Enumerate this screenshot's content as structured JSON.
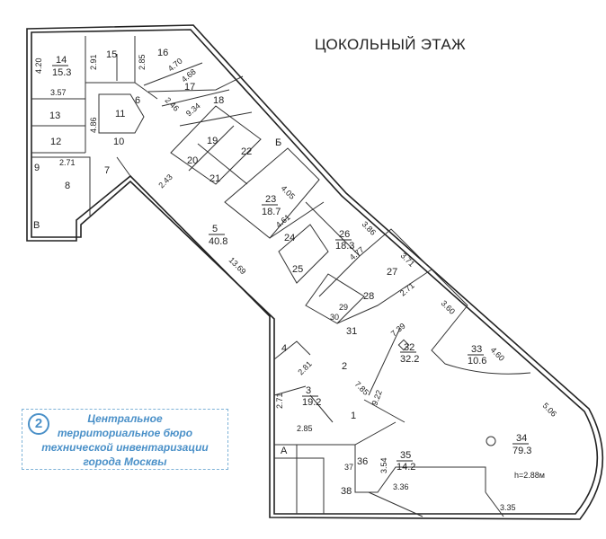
{
  "title": "ЦОКОЛЬНЫЙ ЭТАЖ",
  "height_note": "h=2.88м",
  "stamp": {
    "number": "2",
    "lines": [
      "Центральное",
      "территориальное бюро",
      "технической инвентаризации",
      "города Москвы"
    ]
  },
  "rooms": {
    "r1": "1",
    "r2": "2",
    "r3": "3",
    "r3a": "19.2",
    "r4": "4",
    "r5": "5",
    "r5a": "40.8",
    "r6": "6",
    "r7": "7",
    "r8": "8",
    "r9": "9",
    "r10": "10",
    "r11": "11",
    "r12": "12",
    "r13": "13",
    "r14": "14",
    "r14a": "15.3",
    "r15": "15",
    "r16": "16",
    "r17": "17",
    "r18": "18",
    "r19": "19",
    "r20": "20",
    "r21": "21",
    "r22": "22",
    "r23": "23",
    "r23a": "18.7",
    "r24": "24",
    "r25": "25",
    "r26": "26",
    "r26a": "18.3",
    "r27": "27",
    "r28": "28",
    "r29": "29",
    "r30": "30",
    "r31": "31",
    "r32": "32",
    "r32a": "32.2",
    "r33": "33",
    "r33a": "10.6",
    "r34": "34",
    "r34a": "79.3",
    "r35": "35",
    "r35a": "14.2",
    "r36": "36",
    "r37": "37",
    "r38": "38",
    "A": "А",
    "B": "Б",
    "V": "В"
  },
  "dims": [
    "4.20",
    "3.57",
    "2.91",
    "2.85",
    "4.70",
    "4.68",
    "4.86",
    "2.46",
    "9.34",
    "2.71",
    "2.43",
    "13.69",
    "4.05",
    "4.61",
    "3.86",
    "4.77",
    "3.71",
    "2.71",
    "3.60",
    "7.39",
    "4.60",
    "2.81",
    "7.85",
    "9.22",
    "2.71",
    "5.06",
    "2.85",
    "3.54",
    "3.36",
    "3.35"
  ]
}
